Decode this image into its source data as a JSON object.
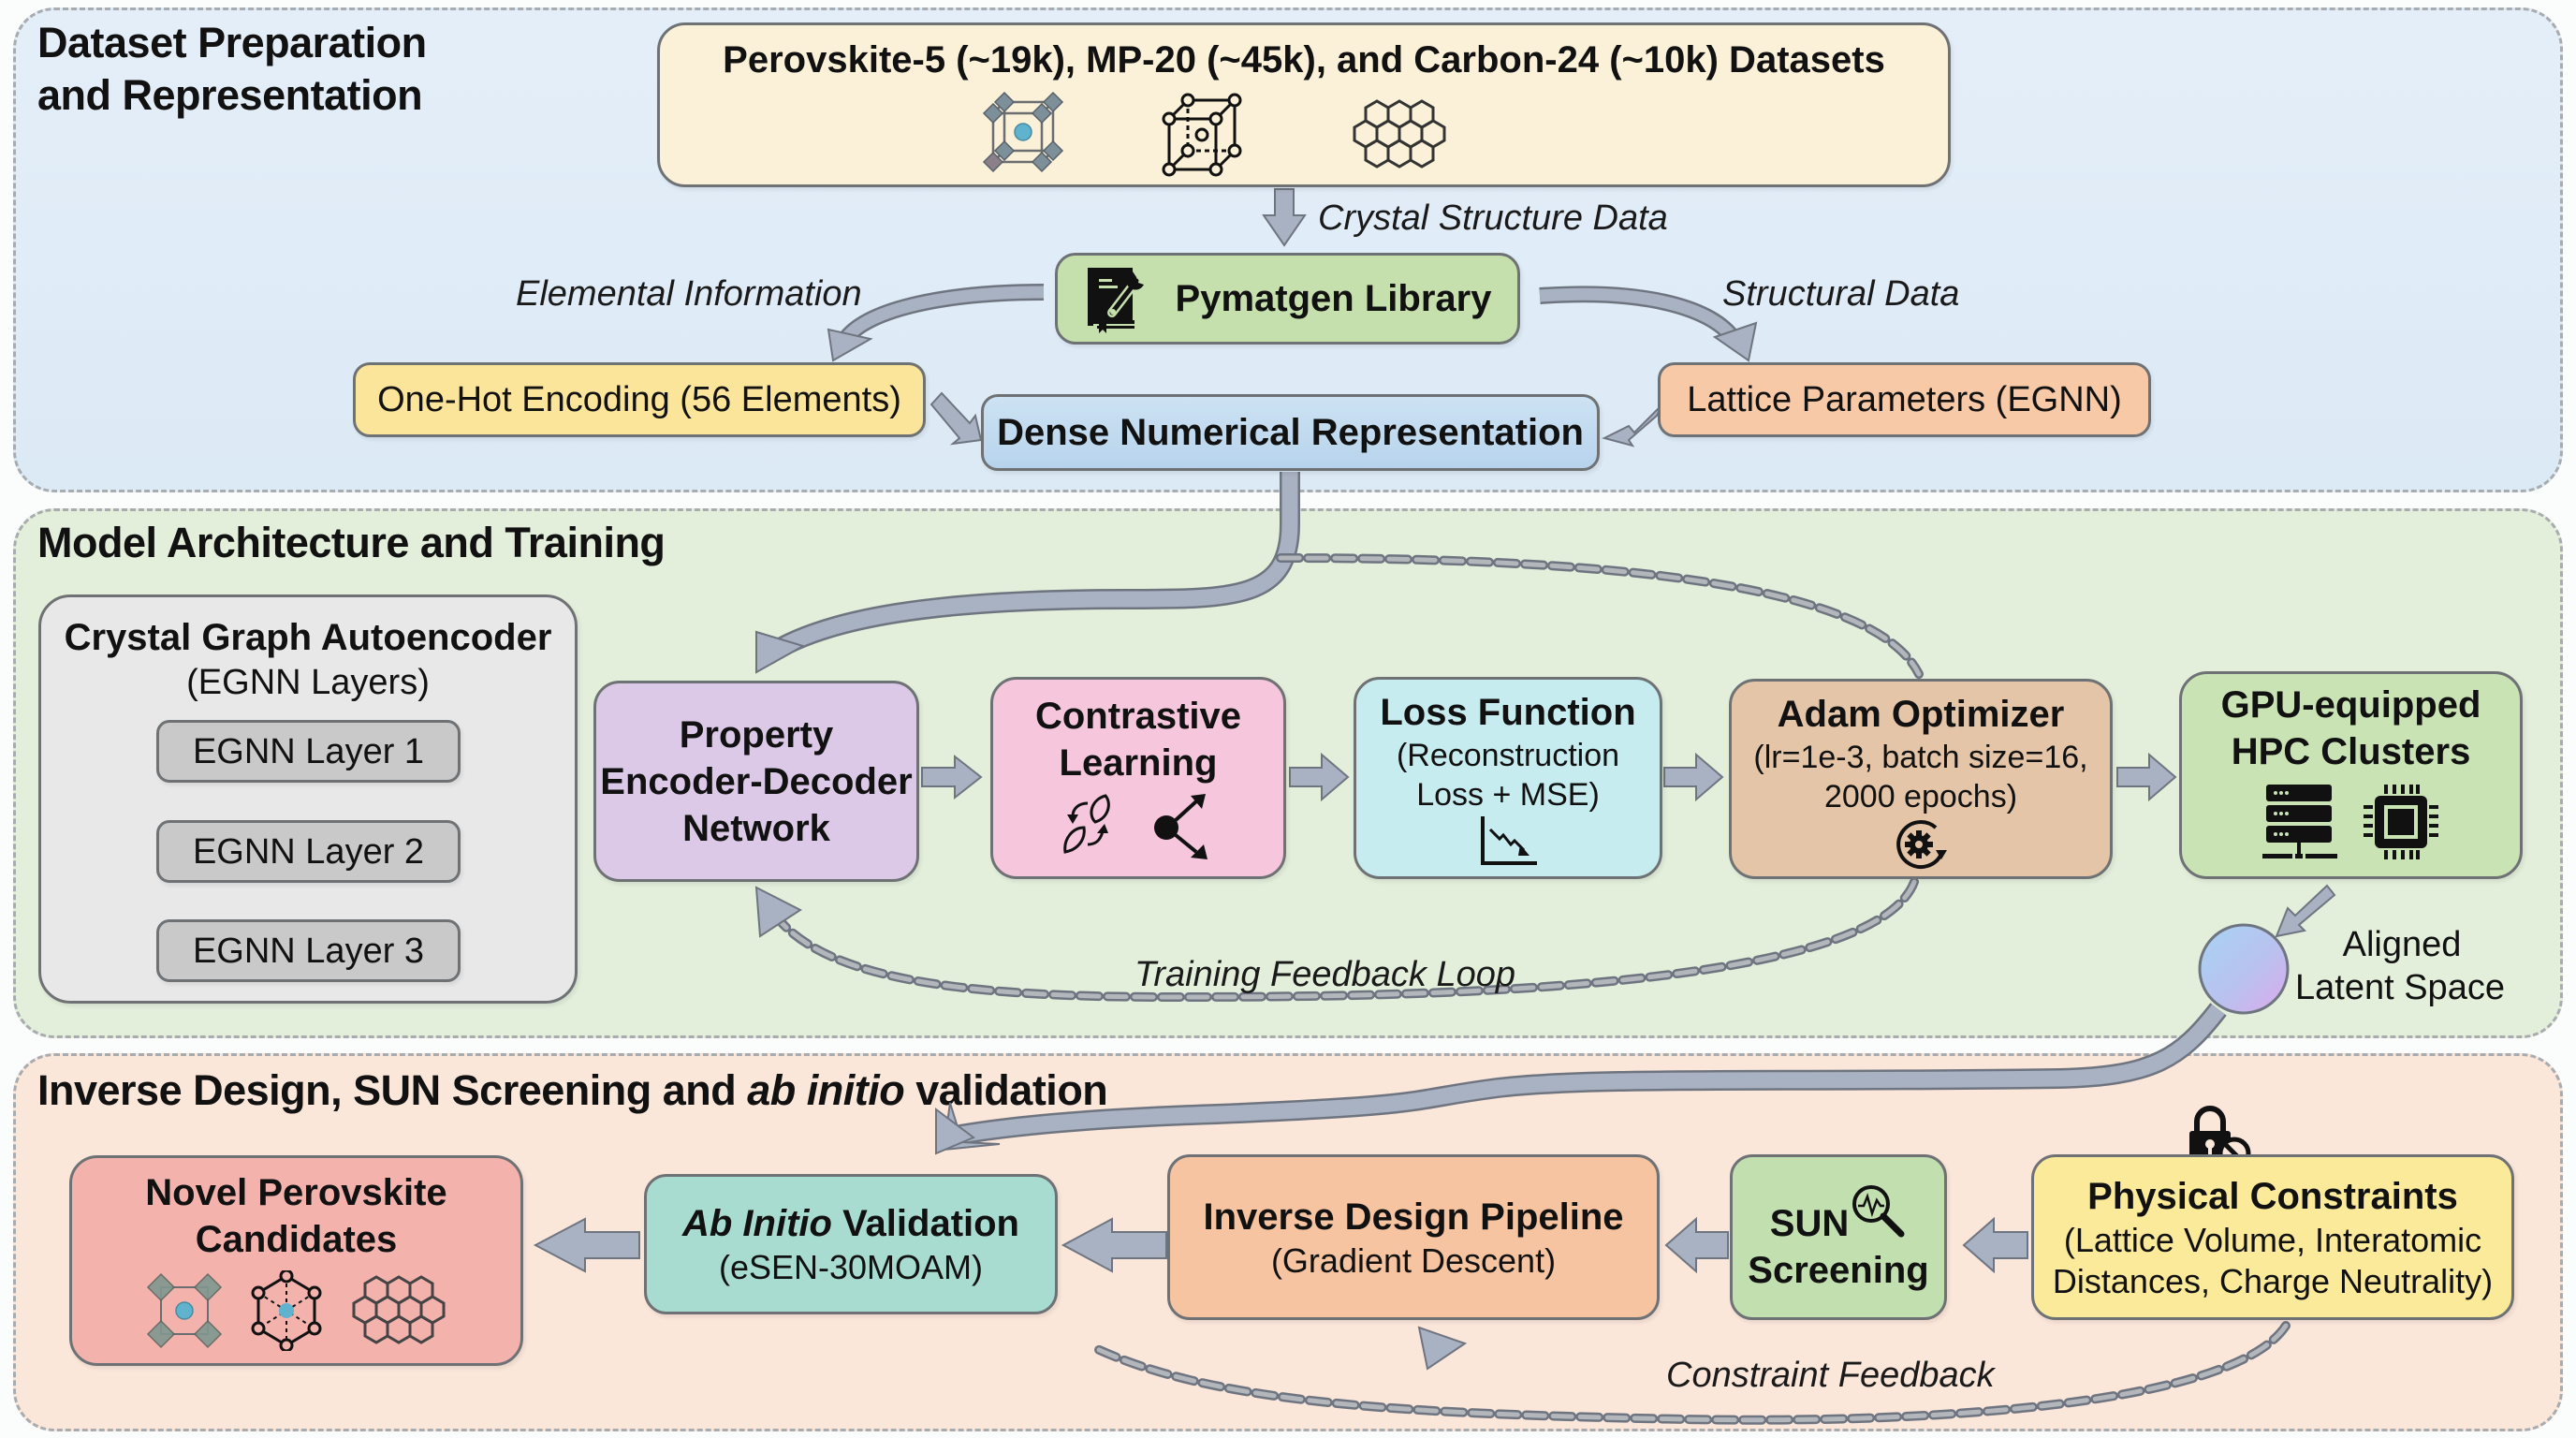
{
  "sections": {
    "data_prep": {
      "title_line1": "Dataset Preparation",
      "title_line2": "and Representation"
    },
    "model": {
      "title": "Model Architecture and Training"
    },
    "inverse": {
      "title_part1": "Inverse Design, SUN Screening and ",
      "title_italic": "ab initio",
      "title_part2": " validation"
    }
  },
  "data_prep": {
    "datasets_box": {
      "title": "Perovskite-5 (~19k), MP-20 (~45k), and Carbon-24 (~10k) Datasets",
      "icons": [
        "perovskite-structure-icon",
        "cubic-lattice-icon",
        "carbon-hexagonal-lattice-icon"
      ]
    },
    "crystal_structure_label": "Crystal Structure Data",
    "pymatgen": {
      "label": "Pymatgen Library",
      "icon": "book-wrench-icon"
    },
    "elemental_label": "Elemental Information",
    "structural_label": "Structural Data",
    "one_hot": "One-Hot Encoding (56 Elements)",
    "lattice": "Lattice Parameters (EGNN)",
    "dense": "Dense Numerical Representation"
  },
  "model": {
    "autoencoder": {
      "title": "Crystal Graph Autoencoder",
      "subtitle": "(EGNN Layers)",
      "layers": [
        "EGNN Layer 1",
        "EGNN Layer 2",
        "EGNN Layer 3"
      ]
    },
    "property_network": {
      "line1": "Property",
      "line2": "Encoder-Decoder",
      "line3": "Network"
    },
    "contrastive": {
      "line1": "Contrastive",
      "line2": "Learning",
      "icon": "contrastive-pairs-icon"
    },
    "loss": {
      "title": "Loss Function",
      "line1": "(Reconstruction",
      "line2": "Loss + MSE)",
      "icon": "decreasing-loss-chart-icon"
    },
    "adam": {
      "title": "Adam Optimizer",
      "line1": "(lr=1e-3, batch size=16,",
      "line2": "2000 epochs)",
      "icon": "gear-cycle-icon"
    },
    "gpu": {
      "line1": "GPU-equipped",
      "line2": "HPC Clusters",
      "icons": [
        "server-rack-icon",
        "chip-icon"
      ]
    },
    "feedback_label": "Training Feedback Loop",
    "latent": {
      "line1": "Aligned",
      "line2": "Latent Space"
    }
  },
  "inverse": {
    "novel": {
      "line1": "Novel Perovskite",
      "line2": "Candidates"
    },
    "ab_initio": {
      "title_italic": "Ab Initio",
      "title_rest": " Validation",
      "subtitle": "(eSEN-30MOAM)"
    },
    "pipeline": {
      "title": "Inverse Design Pipeline",
      "subtitle": "(Gradient Descent)"
    },
    "sun": {
      "line1": "SUN",
      "line2": "Screening",
      "icon": "magnifier-waveform-icon"
    },
    "constraints": {
      "title": "Physical Constraints",
      "line1": "(Lattice Volume, Interatomic",
      "line2": "Distances, Charge Neutrality)",
      "icon": "lock-prohibited-icon"
    },
    "feedback_label": "Constraint Feedback"
  },
  "colors": {
    "panel_blue": "#dceaf6",
    "panel_green": "#e3efdb",
    "panel_peach": "#fbe6da",
    "datasets": "#fbf1d9",
    "pymatgen": "#c6e0ad",
    "one_hot": "#fbe59a",
    "lattice": "#f8c9a7",
    "dense": "#bcd7ee",
    "autoencoder": "#e7e7e7",
    "egnn_layer": "#c9c9c9",
    "property": "#dcc9e8",
    "contrastive": "#f5c6dc",
    "loss": "#c6ecf0",
    "adam": "#e4c5a7",
    "gpu": "#c9e3b5",
    "novel": "#f4b2ad",
    "ab_initio": "#a9dcd1",
    "pipeline": "#f6c4a0",
    "sun": "#c2dfb0",
    "constraints": "#fbea9a",
    "arrow": "#a9b2c2"
  }
}
